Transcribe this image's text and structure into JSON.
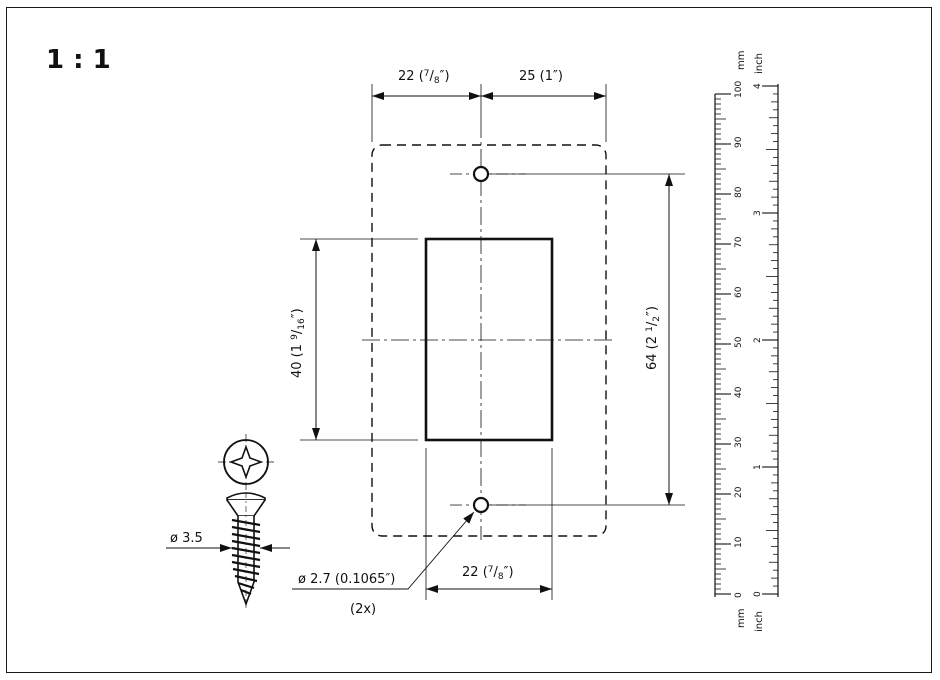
{
  "scale_label": "1 : 1",
  "dimensions": {
    "top_left_width": {
      "value": "22",
      "paren_open": "(",
      "frac_num": "7",
      "frac_sep": "/",
      "frac_den": "8",
      "close": "″)"
    },
    "top_right_width": "25 (1″)",
    "cutout_height": {
      "value": "40",
      "paren_open": "(1 ",
      "frac_num": "9",
      "frac_sep": "/",
      "frac_den": "16",
      "close": "″)"
    },
    "hole_spacing": {
      "value": "64",
      "paren_open": "(2 ",
      "frac_num": "1",
      "frac_sep": "/",
      "frac_den": "2",
      "close": "″)"
    },
    "bottom_width": {
      "value": "22",
      "paren_open": "(",
      "frac_num": "7",
      "frac_sep": "/",
      "frac_den": "8",
      "close": "″)"
    },
    "hole_diameter": "ø 2.7 (0.1065″)",
    "hole_count": "(2x)",
    "screw_diameter": "ø 3.5"
  },
  "ruler": {
    "mm_unit": "mm",
    "inch_unit": "inch",
    "mm_labels": [
      "0",
      "10",
      "20",
      "30",
      "40",
      "50",
      "60",
      "70",
      "80",
      "90",
      "100"
    ],
    "inch_labels": [
      "0",
      "1",
      "2",
      "3",
      "4"
    ]
  }
}
